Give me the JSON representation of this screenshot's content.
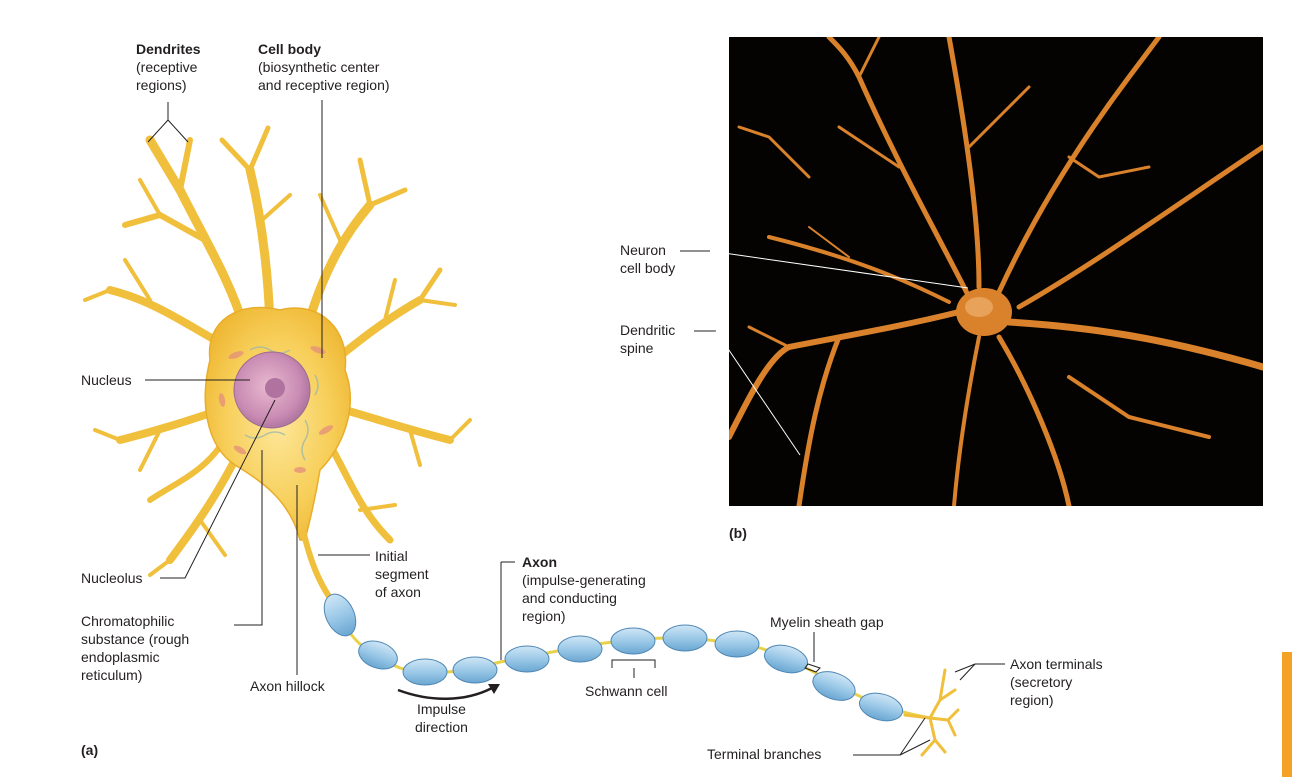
{
  "labels": {
    "dendrites": {
      "title": "Dendrites",
      "lines": [
        "(receptive",
        "regions)"
      ]
    },
    "cell_body": {
      "title": "Cell body",
      "lines": [
        "(biosynthetic center",
        "and receptive region)"
      ]
    },
    "nucleus": "Nucleus",
    "nucleolus": "Nucleolus",
    "chromatophilic": [
      "Chromatophilic",
      "substance (rough",
      "endoplasmic",
      "reticulum)"
    ],
    "axon_hillock": "Axon hillock",
    "initial_segment": [
      "Initial",
      "segment",
      "of axon"
    ],
    "axon": {
      "title": "Axon",
      "lines": [
        "(impulse-generating",
        "and conducting",
        "region)"
      ]
    },
    "impulse_direction": [
      "Impulse",
      "direction"
    ],
    "schwann_cell": "Schwann cell",
    "myelin_sheath_gap": "Myelin sheath gap",
    "axon_terminals": [
      "Axon terminals",
      "(secretory",
      "region)"
    ],
    "terminal_branches": "Terminal branches",
    "neuron_cell_body": [
      "Neuron",
      "cell body"
    ],
    "dendritic_spine": [
      "Dendritic",
      "spine"
    ]
  },
  "panels": {
    "a": "(a)",
    "b": "(b)"
  },
  "colors": {
    "neuron_yellow": "#f5c542",
    "neuron_highlight": "#fde79a",
    "nucleus_pink": "#c98bb3",
    "myelin_blue": "#9cc9e8",
    "photo_background": "#050301",
    "photo_neuron": "#d9822b",
    "side_tab": "#f4a225"
  }
}
